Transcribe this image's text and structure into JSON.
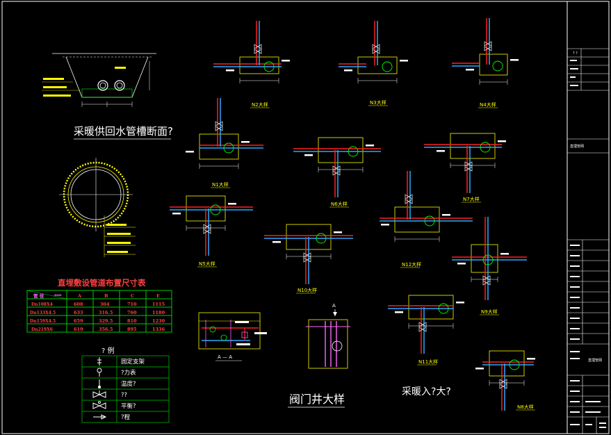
{
  "titles": {
    "trench": "采暖供回水管槽断面?",
    "valve_pit": "阀门井大样",
    "heating_entry": "采暖入?大?",
    "section_aa": "A — A",
    "section_mark": "A"
  },
  "details": [
    {
      "label": "N2大样"
    },
    {
      "label": "N3大样"
    },
    {
      "label": "N4大样"
    },
    {
      "label": "N1大样"
    },
    {
      "label": "N6大样"
    },
    {
      "label": "N7大样"
    },
    {
      "label": "N5大样"
    },
    {
      "label": "N10大样"
    },
    {
      "label": "N12大样"
    },
    {
      "label": "N9大样"
    },
    {
      "label": "N11大样"
    },
    {
      "label": "N8大样"
    }
  ],
  "pipe_table": {
    "title": "直埋敷设管道布置尺寸表",
    "headers": [
      "管 径",
      "mm",
      "A",
      "B",
      "C",
      "E"
    ],
    "rows": [
      [
        "Dn108X4",
        "608",
        "304",
        "710",
        "1115"
      ],
      [
        "Dn133X4.5",
        "633",
        "316.5",
        "760",
        "1180"
      ],
      [
        "Dn159X4.5",
        "659",
        "329.5",
        "810",
        "1230"
      ],
      [
        "Dn219X6",
        "619",
        "356.5",
        "895",
        "1336"
      ]
    ]
  },
  "legend": {
    "title": "? 例",
    "items": [
      {
        "label": "固定支架",
        "icon": "fixed-support-icon"
      },
      {
        "label": "?力表",
        "icon": "pressure-gauge-icon"
      },
      {
        "label": "温度?",
        "icon": "thermometer-icon"
      },
      {
        "label": "??",
        "icon": "gate-valve-icon"
      },
      {
        "label": "平衡?",
        "icon": "balance-valve-icon"
      },
      {
        "label": "?程",
        "icon": "flow-direction-icon"
      }
    ]
  },
  "title_block": {
    "row1": "?    ?",
    "row2": "直埋管网"
  },
  "colors": {
    "supply_pipe": "#ff2020",
    "return_pipe": "#2aa8ff",
    "pit_outline": "#ffff00",
    "fixture": "#00ff00",
    "frame": "#ffffff",
    "table_green": "#00cc00",
    "table_text": "#ff3333"
  }
}
